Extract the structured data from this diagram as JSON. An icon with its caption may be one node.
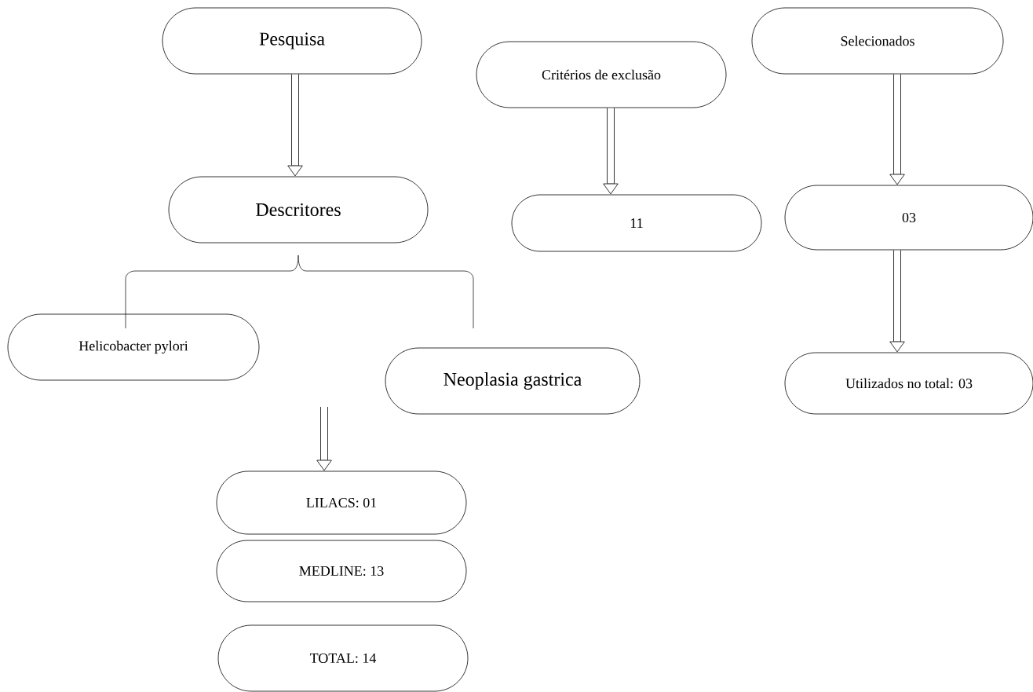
{
  "diagram": {
    "nodes": [
      {
        "text": [
          "Pesquisa"
        ]
      },
      {
        "text": [
          "Descritores"
        ]
      },
      {
        "text": [
          "Helicobacter pylori"
        ]
      },
      {
        "text": [
          "Neoplasia gastrica"
        ]
      },
      {
        "text": [
          "LILACS: 01"
        ]
      },
      {
        "text": [
          "MEDLINE: 13"
        ]
      },
      {
        "text": [
          "TOTAL: 14"
        ]
      },
      {
        "text": [
          "Critérios de exclusão"
        ]
      },
      {
        "text": [
          "11"
        ]
      },
      {
        "text": [
          "Selecionados"
        ]
      },
      {
        "text": [
          "03"
        ]
      },
      {
        "text": [
          "Utilizados no total: 03"
        ]
      }
    ],
    "edges": [
      {
        "from": 0,
        "to": 1,
        "arrow": "to"
      },
      {
        "from": null,
        "to": 4,
        "arrow": "to"
      },
      {
        "from": 7,
        "to": 8,
        "arrow": "to"
      },
      {
        "from": 9,
        "to": 10,
        "arrow": "to"
      },
      {
        "from": 10,
        "to": 11,
        "arrow": "to"
      }
    ]
  }
}
